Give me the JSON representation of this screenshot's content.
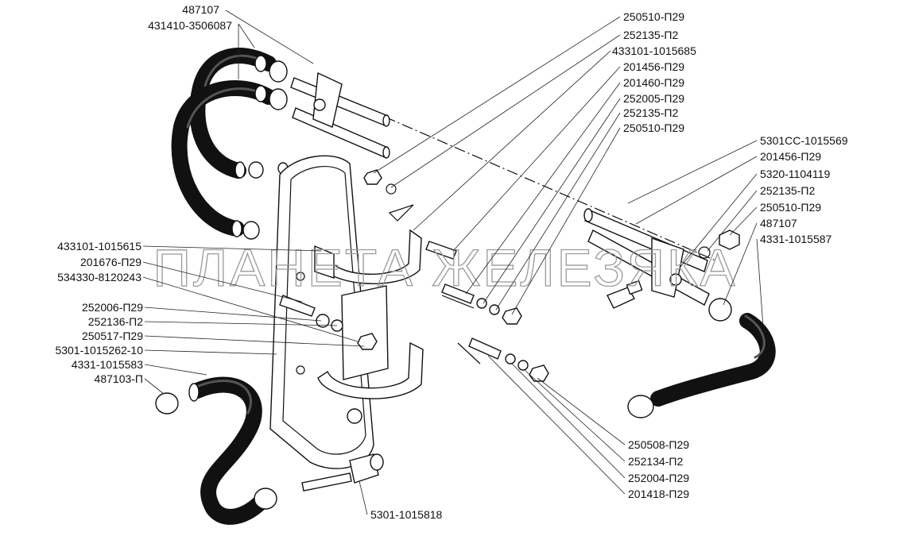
{
  "watermark": "ПЛАНЕТА ЖЕЛЕЗЯКА",
  "labels": {
    "l487107_a": "487107",
    "l431410": "431410-3506087",
    "l250510_a": "250510-П29",
    "l252135_a": "252135-П2",
    "l433101_1015685": "433101-1015685",
    "l201456_a": "201456-П29",
    "l201460": "201460-П29",
    "l252005": "252005-П29",
    "l252135_b": "252135-П2",
    "l250510_b": "250510-П29",
    "l5301CC": "5301СС-1015569",
    "l201456_b": "201456-П29",
    "l5320": "5320-1104119",
    "l252135_c": "252135-П2",
    "l250510_c": "250510-П29",
    "l487107_b": "487107",
    "l4331_1015587": "4331-1015587",
    "l433101_1015615": "433101-1015615",
    "l201676": "201676-П29",
    "l534330": "534330-8120243",
    "l252006": "252006-П29",
    "l252136": "252136-П2",
    "l250517": "250517-П29",
    "l5301_1015262": "5301-1015262-10",
    "l4331_1015583": "4331-1015583",
    "l487103": "487103-П",
    "l250508": "250508-П29",
    "l252134": "252134-П2",
    "l252004": "252004-П29",
    "l201418": "201418-П29",
    "l5301_1015818": "5301-1015818"
  }
}
